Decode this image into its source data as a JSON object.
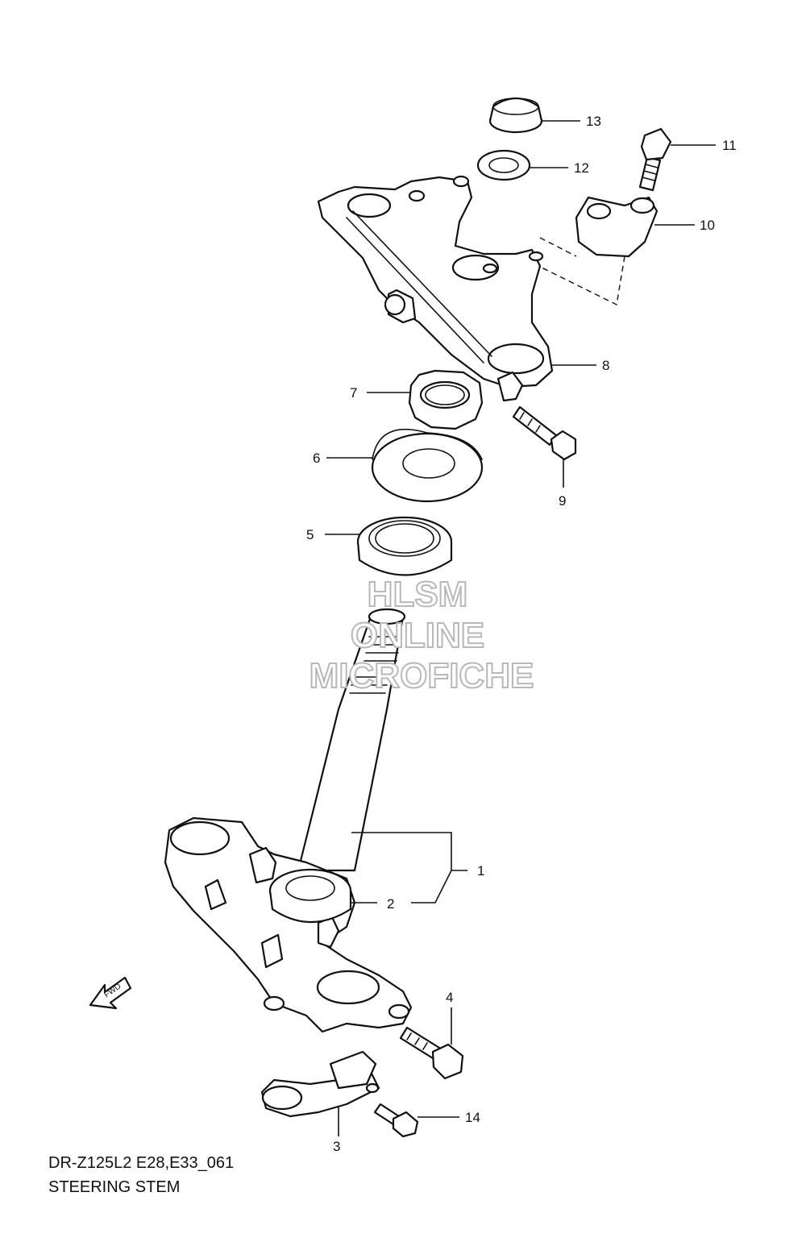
{
  "diagram_code": "DR-Z125L2 E28,E33_061",
  "diagram_title": "STEERING STEM",
  "watermark": {
    "line1": "HLSM",
    "line2": "ONLINE",
    "line3": "MICROFICHE"
  },
  "fwd_label": "FWD",
  "callouts": {
    "c1": "1",
    "c2": "2",
    "c3": "3",
    "c4": "4",
    "c5": "5",
    "c6": "6",
    "c7": "7",
    "c8": "8",
    "c9": "9",
    "c10": "10",
    "c11": "11",
    "c12": "12",
    "c13": "13",
    "c14": "14"
  }
}
